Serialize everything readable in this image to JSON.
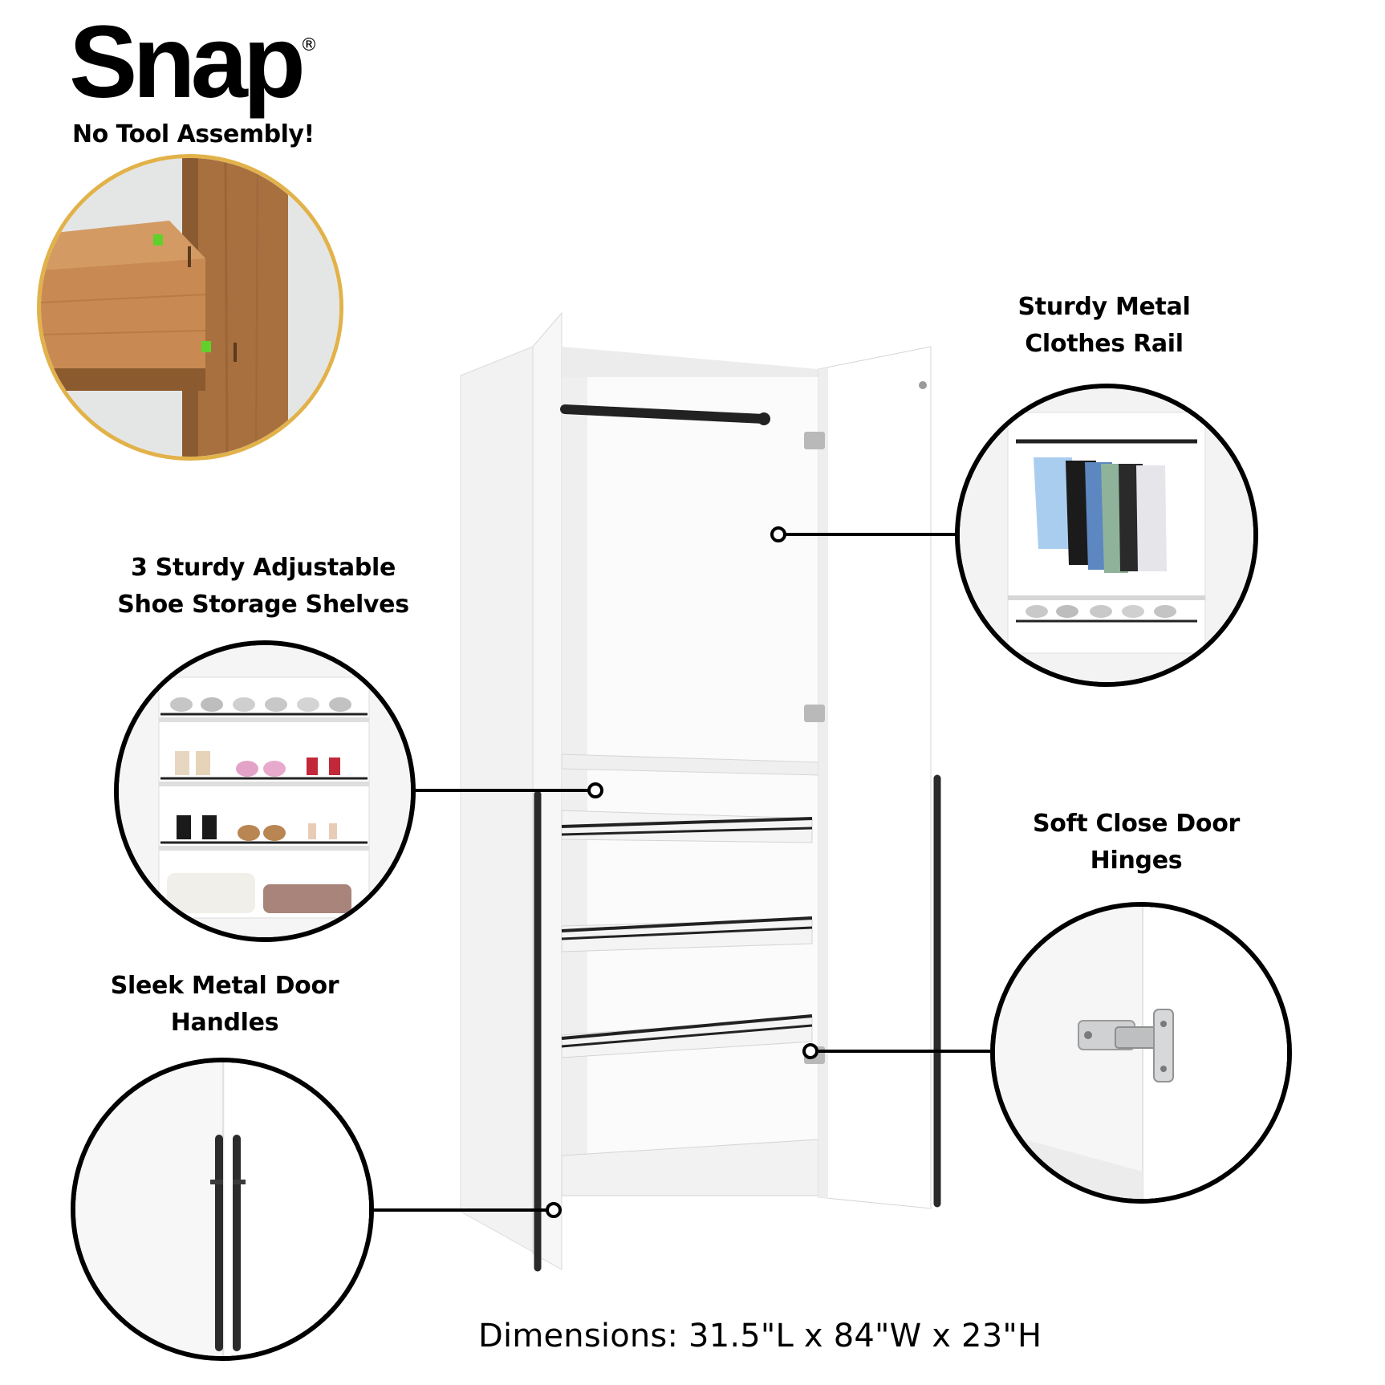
{
  "brand": {
    "name": "Snap",
    "registered_mark": "®",
    "tagline": "No Tool Assembly!"
  },
  "features": [
    {
      "lines": [
        "Sturdy Metal",
        "Clothes Rail"
      ]
    },
    {
      "lines": [
        "3 Sturdy Adjustable",
        "Shoe Storage Shelves"
      ]
    },
    {
      "lines": [
        "Soft Close Door",
        "Hinges"
      ]
    },
    {
      "lines": [
        "Sleek Metal Door",
        "Handles"
      ]
    }
  ],
  "dimensions": "Dimensions: 31.5\"L x 84\"W x 23\"H",
  "colors": {
    "accent_gold": "#e2b24a",
    "wood": "#a8703f",
    "line": "#000000",
    "clip_green": "#5fd12a"
  }
}
